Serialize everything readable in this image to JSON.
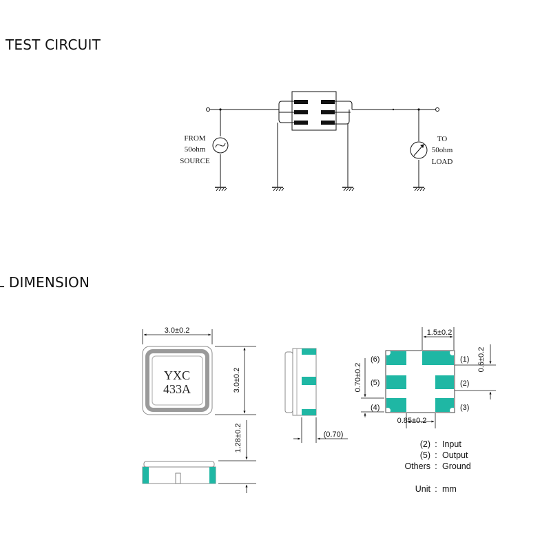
{
  "sections": {
    "test_circuit": "TEST CIRCUIT",
    "dimension": "DIMENSION",
    "dimension_prefix_fragment": "L"
  },
  "circuit": {
    "source_label": [
      "FROM",
      "50ohm",
      "SOURCE"
    ],
    "load_label": [
      "TO",
      "50ohm",
      "LOAD"
    ]
  },
  "dimensions": {
    "width": "3.0±0.2",
    "length": "3.0±0.2",
    "height": "1.28±0.2",
    "side_ref": "(0.70)",
    "pad_top": "1.5±0.2",
    "pad_right": "0.6±0.2",
    "pad_left": "0.70±0.2",
    "pad_bottom": "0.85±0.2"
  },
  "marking": {
    "line1": "YXC",
    "line2": "433A"
  },
  "pins": {
    "p1": "(1)",
    "p2": "(2)",
    "p3": "(3)",
    "p4": "(4)",
    "p5": "(5)",
    "p6": "(6)"
  },
  "legend": {
    "input_key": "(2)",
    "input_sep": ":",
    "input_val": "Input",
    "output_key": "(5)",
    "output_sep": ":",
    "output_val": "Output",
    "others_key": "Others",
    "others_sep": ":",
    "others_val": "Ground",
    "unit_key": "Unit",
    "unit_sep": ":",
    "unit_val": "mm"
  },
  "colors": {
    "pad": "#1fb7a4",
    "line": "#111111",
    "package_gray": "#9a9a9a"
  }
}
